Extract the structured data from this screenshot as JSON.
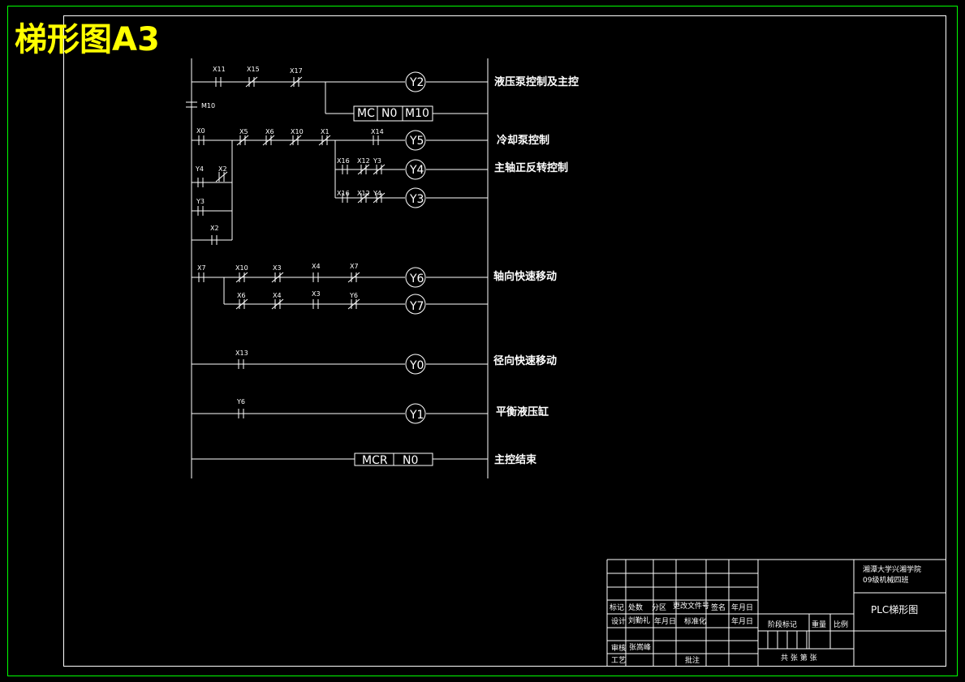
{
  "title": "梯形图A3",
  "colors": {
    "background": "#000000",
    "border": "#00ff00",
    "title": "#ffff00",
    "lines": "#ffffff"
  },
  "rungs": {
    "r1": {
      "c1": "X11",
      "c2": "X15",
      "c3": "X17",
      "coil": "Y2",
      "hold": "M10",
      "mc": "MC",
      "mc_n": "N0",
      "mc_m": "M10",
      "output": "液压泵控制及主控"
    },
    "r2": {
      "c_x0": "X0",
      "c_x5": "X5",
      "c_x6": "X6",
      "c_x10": "X10",
      "c_x1": "X1",
      "c_x14": "X14",
      "coil": "Y5",
      "output": "冷却泵控制",
      "c_y4": "Y4",
      "c_x2a": "X2",
      "c_y3": "Y3",
      "c_x2b": "X2"
    },
    "r3": {
      "c1": "X16",
      "c2": "X12",
      "c3": "Y3",
      "coil": "Y4",
      "output": "主轴正反转控制"
    },
    "r4": {
      "c1": "X16",
      "c2": "X12",
      "c3": "Y4",
      "coil": "Y3"
    },
    "r5": {
      "c_x7": "X7",
      "c1": "X10",
      "c2": "X3",
      "c3": "X4",
      "c4": "X7",
      "coil": "Y6",
      "output": "轴向快速移动"
    },
    "r6": {
      "c1": "X6",
      "c2": "X4",
      "c3": "X3",
      "c4": "Y6",
      "coil": "Y7"
    },
    "r7": {
      "c1": "X13",
      "coil": "Y0",
      "output": "径向快速移动"
    },
    "r8": {
      "c1": "Y6",
      "coil": "Y1",
      "output": "平衡液压缸"
    },
    "r9": {
      "mcr": "MCR",
      "n": "N0",
      "output": "主控结束"
    }
  },
  "title_block": {
    "h_biaoji": "标记",
    "h_chushu": "处数",
    "h_fenqu": "分区",
    "h_wenjian": "更改文件号",
    "h_qianming": "签名",
    "h_date1": "年月日",
    "sheji": "设计",
    "sheji_name": "刘勤礼",
    "date2": "年月日",
    "biaozhunhua": "标准化",
    "date3": "年月日",
    "shenhe": "审核",
    "shenhe_name": "张嵩峰",
    "gongyi": "工艺",
    "pizhun": "批注",
    "jieduan": "阶段标记",
    "zhongliang": "重量",
    "bili": "比例",
    "gong_zhang": "共  张  第  张",
    "school_1": "湘潭大学兴湘学院",
    "school_2": "09级机械四班",
    "drawing_title": "PLC梯形图"
  }
}
